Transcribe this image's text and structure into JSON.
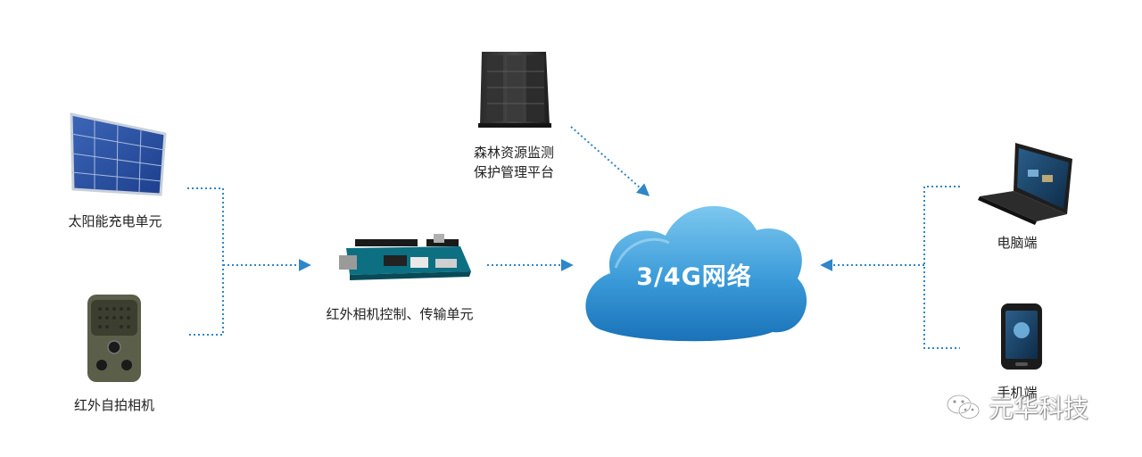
{
  "nodes": {
    "solar": {
      "label": "太阳能充电单元"
    },
    "camera": {
      "label": "红外自拍相机"
    },
    "controller": {
      "label": "红外相机控制、传输单元"
    },
    "server": {
      "line1": "森林资源监测",
      "line2": "保护管理平台"
    },
    "network": {
      "label": "3/4G网络"
    },
    "computer": {
      "label": "电脑端"
    },
    "phone": {
      "label": "手机端"
    }
  },
  "watermark": {
    "text": "元华科技",
    "icon": "wechat-icon"
  },
  "colors": {
    "connector": "#2f86c8",
    "cloud_light": "#6fc0ec",
    "cloud_dark": "#1d78bd",
    "label_text": "#222222"
  }
}
